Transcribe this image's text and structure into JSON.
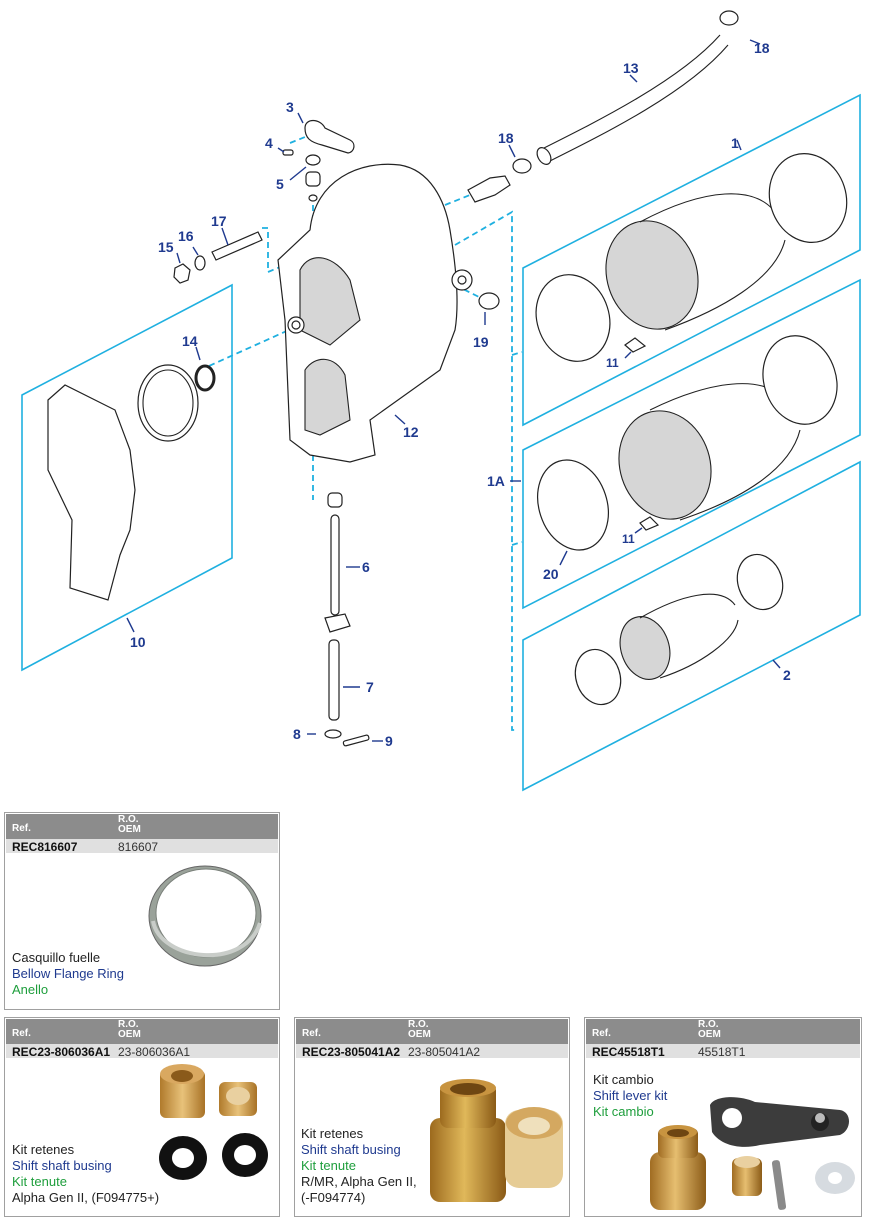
{
  "diagram": {
    "callouts": [
      {
        "id": "c1",
        "label": "1"
      },
      {
        "id": "c1a",
        "label": "1A"
      },
      {
        "id": "c2",
        "label": "2"
      },
      {
        "id": "c3",
        "label": "3"
      },
      {
        "id": "c4",
        "label": "4"
      },
      {
        "id": "c5",
        "label": "5"
      },
      {
        "id": "c6",
        "label": "6"
      },
      {
        "id": "c7",
        "label": "7"
      },
      {
        "id": "c8",
        "label": "8"
      },
      {
        "id": "c9",
        "label": "9"
      },
      {
        "id": "c10",
        "label": "10"
      },
      {
        "id": "c11a",
        "label": "11"
      },
      {
        "id": "c11b",
        "label": "11"
      },
      {
        "id": "c12",
        "label": "12"
      },
      {
        "id": "c13",
        "label": "13"
      },
      {
        "id": "c14",
        "label": "14"
      },
      {
        "id": "c15",
        "label": "15"
      },
      {
        "id": "c16",
        "label": "16"
      },
      {
        "id": "c17",
        "label": "17"
      },
      {
        "id": "c18a",
        "label": "18"
      },
      {
        "id": "c18b",
        "label": "18"
      },
      {
        "id": "c19",
        "label": "19"
      },
      {
        "id": "c20",
        "label": "20"
      }
    ],
    "colors": {
      "frame": "#1fb0e0",
      "callout": "#1f3a8f",
      "part_shade": "#d6d6d6"
    }
  },
  "cards": [
    {
      "ref_header": "Ref.",
      "ro_header_line1": "R.O.",
      "ro_header_line2": "OEM",
      "ref": "REC816607",
      "oem": "816607",
      "desc_es": "Casquillo fuelle",
      "desc_en": "Bellow Flange Ring",
      "desc_it": "Anello",
      "note": "",
      "photo": "flange-ring"
    },
    {
      "ref_header": "Ref.",
      "ro_header_line1": "R.O.",
      "ro_header_line2": "OEM",
      "ref": "REC23-806036A1",
      "oem": "23-806036A1",
      "desc_es": "Kit retenes",
      "desc_en": "Shift shaft busing",
      "desc_it": "Kit tenute",
      "note": "Alpha Gen II, (F094775+)",
      "photo": "bushings-and-seals"
    },
    {
      "ref_header": "Ref.",
      "ro_header_line1": "R.O.",
      "ro_header_line2": "OEM",
      "ref": "REC23-805041A2",
      "oem": "23-805041A2",
      "desc_es": "Kit retenes",
      "desc_en": "Shift shaft busing",
      "desc_it": "Kit tenute",
      "note": "R/MR, Alpha Gen II,",
      "note2": "(-F094774)",
      "photo": "brass-bushings"
    },
    {
      "ref_header": "Ref.",
      "ro_header_line1": "R.O.",
      "ro_header_line2": "OEM",
      "ref": "REC45518T1",
      "oem": "45518T1",
      "desc_es": "Kit cambio",
      "desc_en": "Shift lever kit",
      "desc_it": "Kit cambio",
      "note": "",
      "photo": "shift-lever-kit"
    }
  ]
}
